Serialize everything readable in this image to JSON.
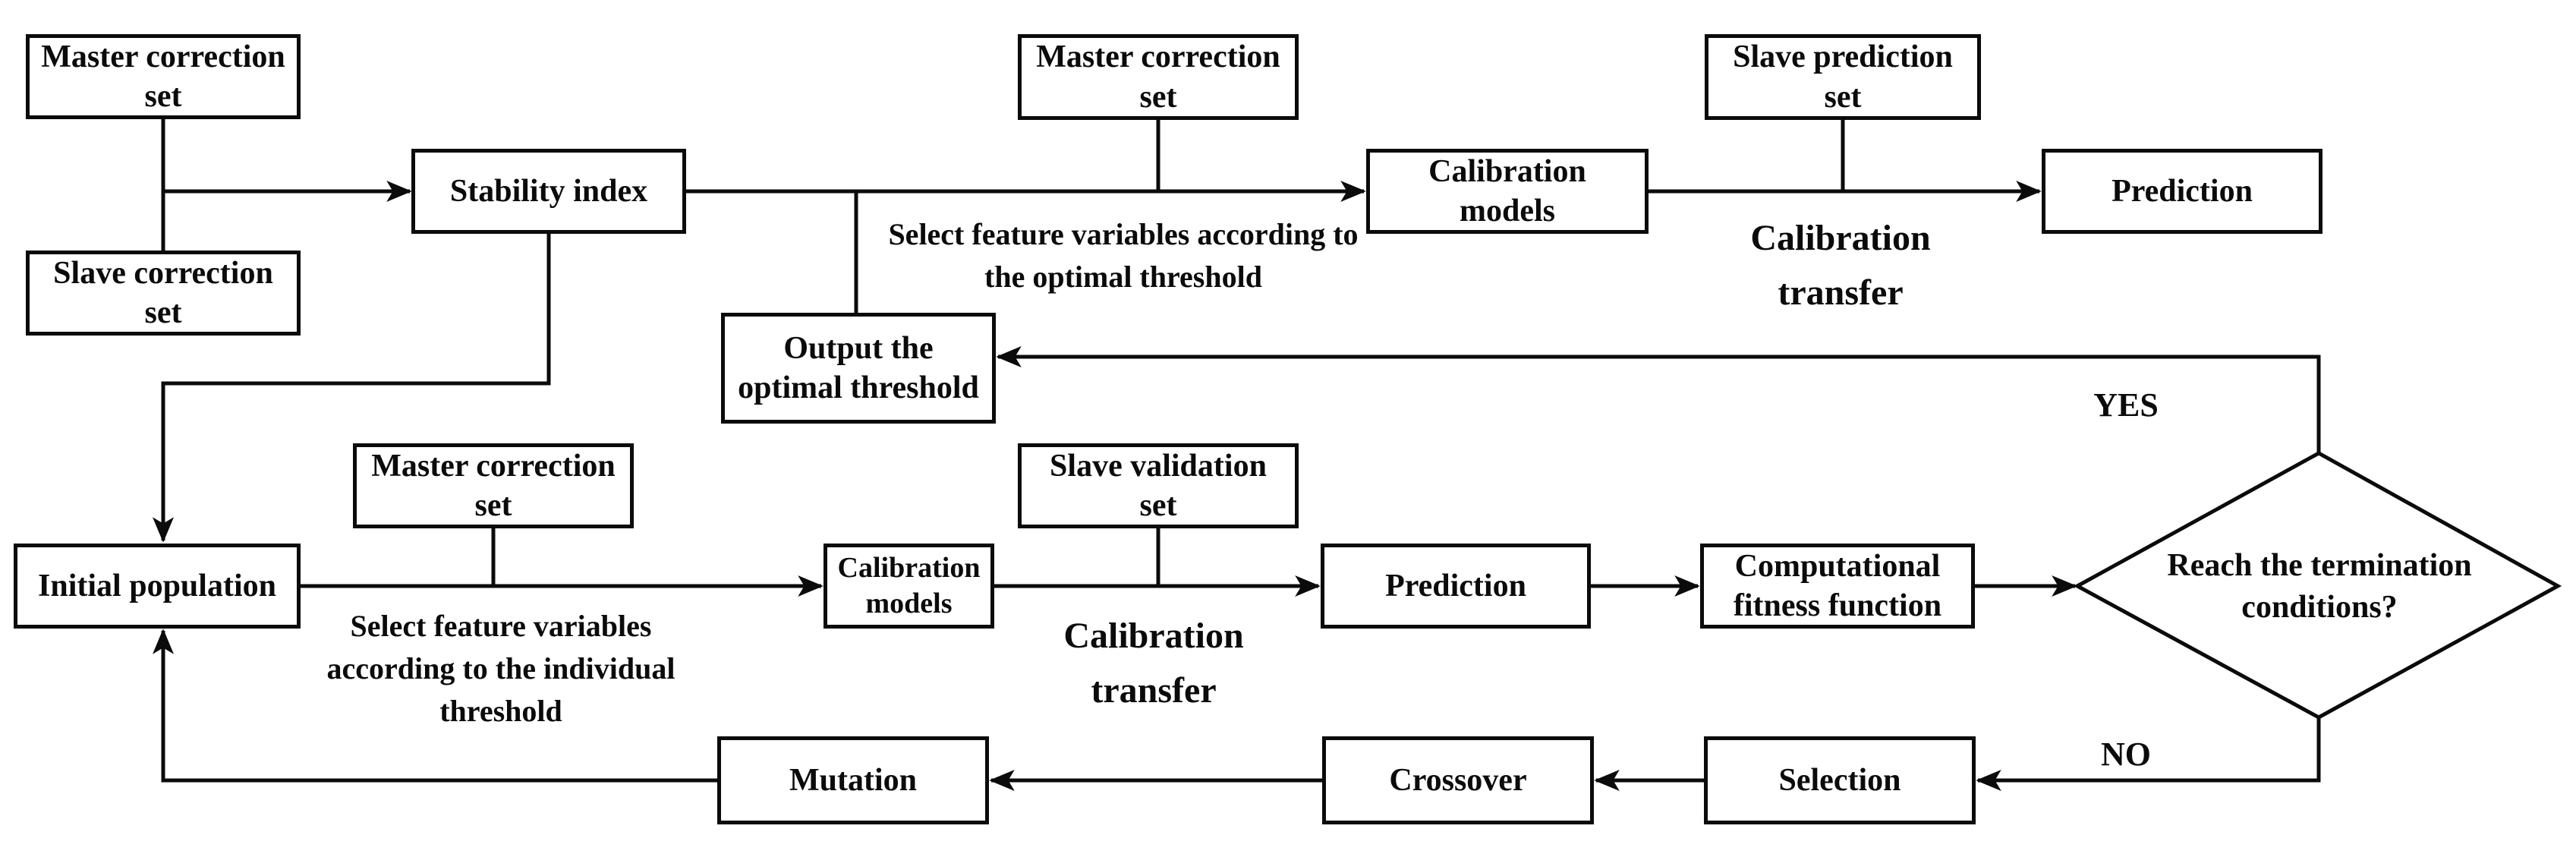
{
  "colors": {
    "background": "#ffffff",
    "line": "#0b0b0b",
    "text": "#0b0b0b"
  },
  "nodes": {
    "master_correction_set_1": "Master correction\nset",
    "slave_correction_set": "Slave correction\nset",
    "stability_index": "Stability index",
    "master_correction_set_2": "Master correction\nset",
    "calibration_models_1": "Calibration\nmodels",
    "slave_prediction_set": "Slave prediction\nset",
    "prediction_1": "Prediction",
    "output_optimal_threshold": "Output the\noptimal threshold",
    "initial_population": "Initial population",
    "master_correction_set_3": "Master correction\nset",
    "calibration_models_2": "Calibration\nmodels",
    "slave_validation_set": "Slave validation\nset",
    "prediction_2": "Prediction",
    "computational_fitness_function": "Computational\nfitness function",
    "termination_decision": "Reach the termination\nconditions?",
    "selection": "Selection",
    "crossover": "Crossover",
    "mutation": "Mutation"
  },
  "labels": {
    "select_optimal_caption": "Select feature variables according to\nthe optimal threshold",
    "calibration_transfer_1": "Calibration\ntransfer",
    "select_individual_caption": "Select feature variables\naccording to the individual\nthreshold",
    "calibration_transfer_2": "Calibration\ntransfer",
    "yes": "YES",
    "no": "NO"
  },
  "edges": [
    {
      "from": "master-correction-set-1",
      "to": "stability-index"
    },
    {
      "from": "slave-correction-set",
      "to": "stability-index"
    },
    {
      "from": "stability-index",
      "to": "calibration-models-1",
      "caption": "Select feature variables according to the optimal threshold"
    },
    {
      "from": "master-correction-set-2",
      "to": "calibration-models-1"
    },
    {
      "from": "output-optimal-threshold",
      "to": "calibration-models-1"
    },
    {
      "from": "calibration-models-1",
      "to": "prediction-1",
      "caption": "Calibration transfer"
    },
    {
      "from": "slave-prediction-set",
      "to": "prediction-1"
    },
    {
      "from": "stability-index",
      "to": "initial-population"
    },
    {
      "from": "initial-population",
      "to": "calibration-models-2",
      "caption": "Select feature variables according to the individual threshold"
    },
    {
      "from": "master-correction-set-3",
      "to": "calibration-models-2"
    },
    {
      "from": "calibration-models-2",
      "to": "prediction-2",
      "caption": "Calibration transfer"
    },
    {
      "from": "slave-validation-set",
      "to": "prediction-2"
    },
    {
      "from": "prediction-2",
      "to": "computational-fitness-function"
    },
    {
      "from": "computational-fitness-function",
      "to": "termination-decision"
    },
    {
      "from": "termination-decision",
      "to": "output-optimal-threshold",
      "caption": "YES"
    },
    {
      "from": "termination-decision",
      "to": "selection",
      "caption": "NO"
    },
    {
      "from": "selection",
      "to": "crossover"
    },
    {
      "from": "crossover",
      "to": "mutation"
    },
    {
      "from": "mutation",
      "to": "initial-population"
    }
  ]
}
